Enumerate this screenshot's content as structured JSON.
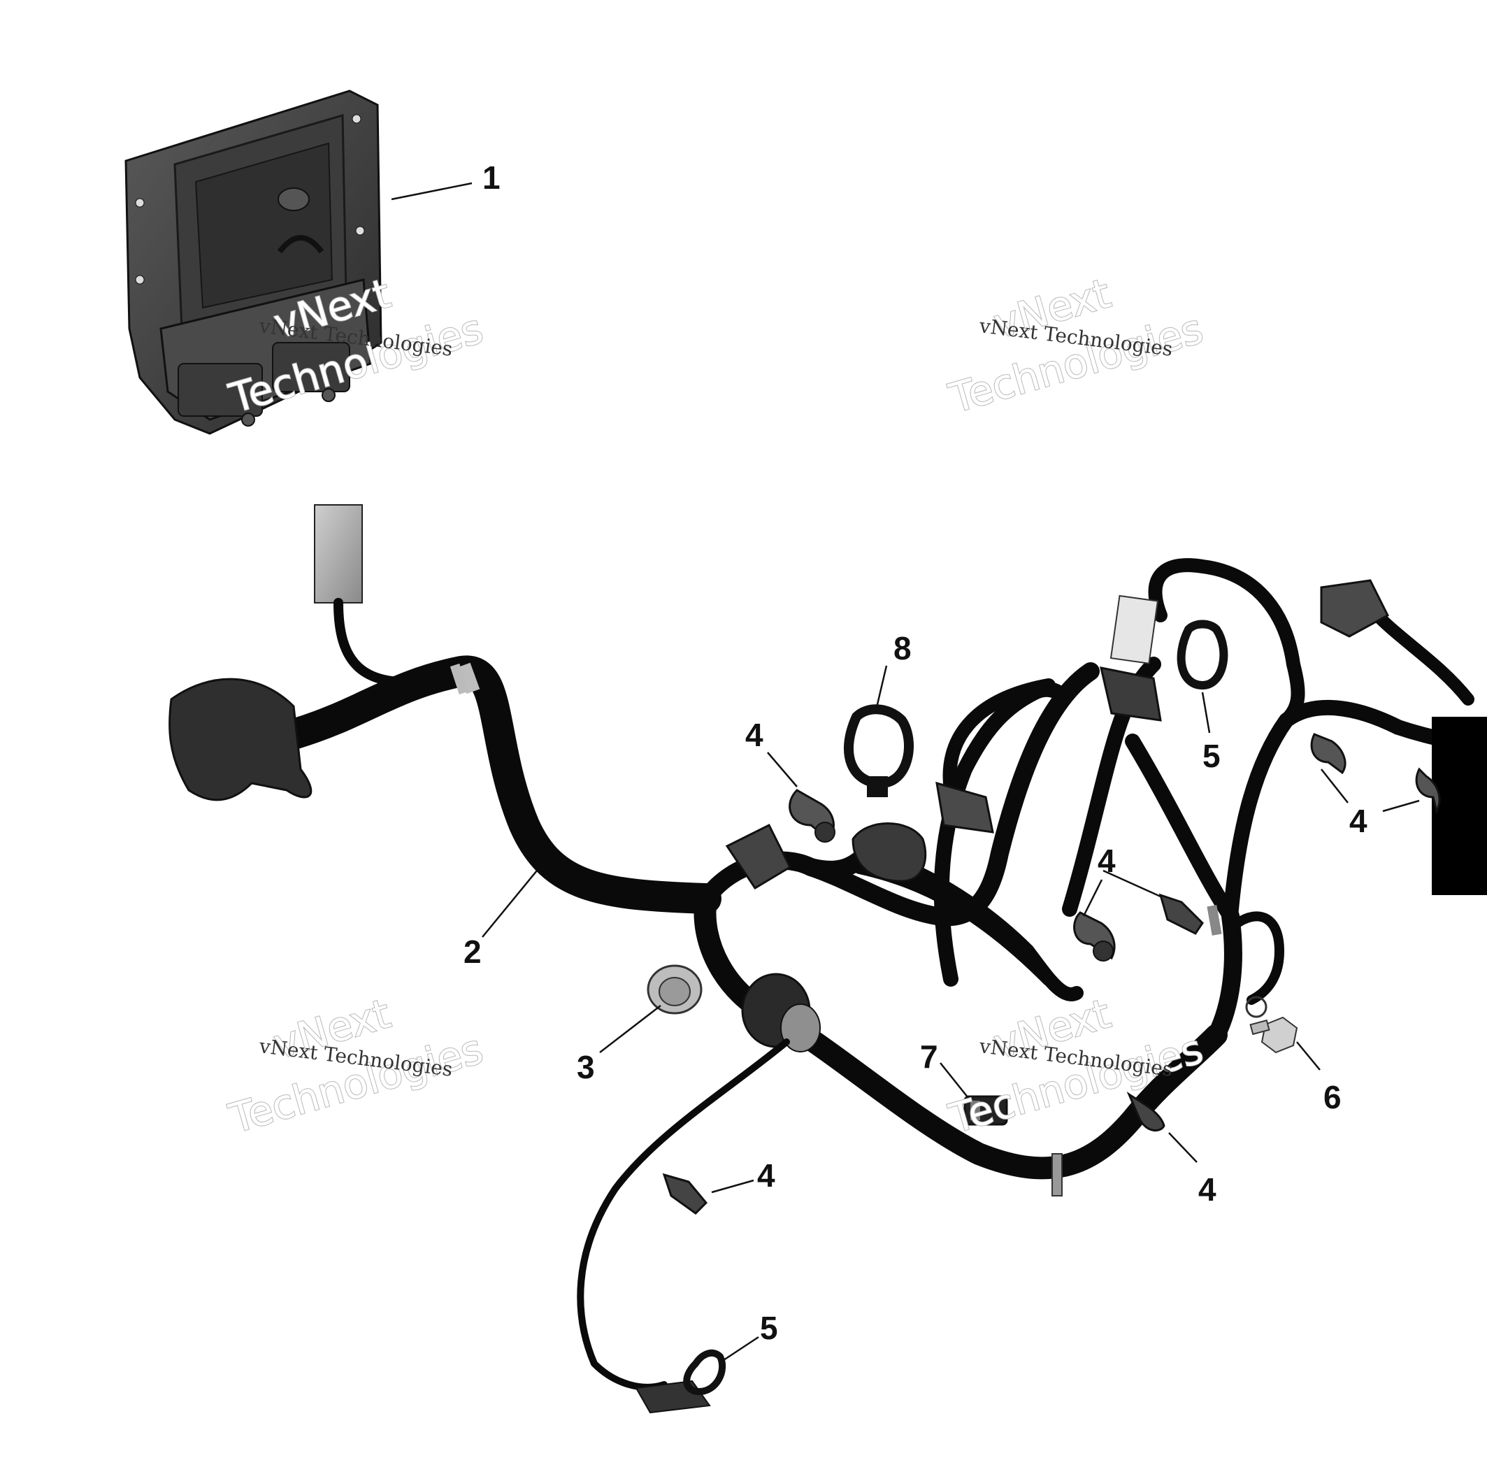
{
  "diagram": {
    "callouts": {
      "c1": "1",
      "c2": "2",
      "c3": "3",
      "c4a": "4",
      "c4b": "4",
      "c4c": "4",
      "c4d": "4",
      "c4e": "4",
      "c5a": "5",
      "c5b": "5",
      "c6": "6",
      "c7": "7",
      "c8": "8"
    },
    "watermark": {
      "brand_line": "vNext Technologies",
      "large_top": "vNext",
      "large_bottom": "Technologies"
    }
  }
}
